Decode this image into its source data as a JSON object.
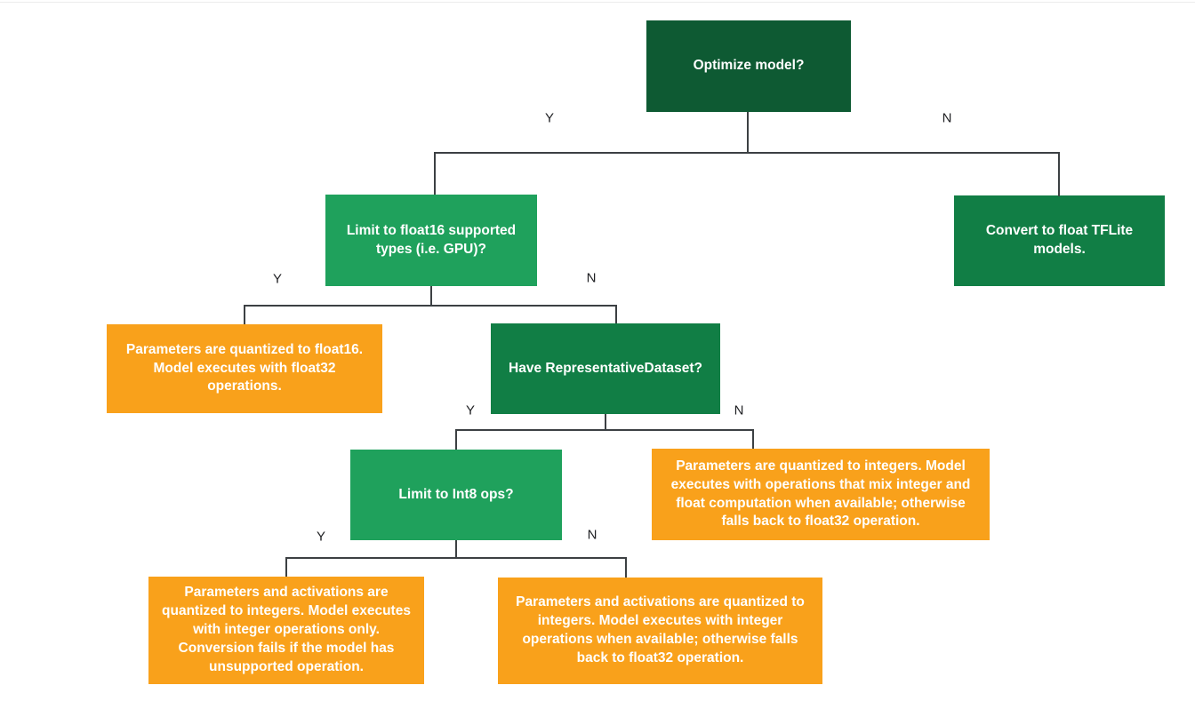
{
  "diagram": {
    "type": "flowchart",
    "nodes": {
      "optimize": {
        "label": "Optimize model?",
        "kind": "decision"
      },
      "float16_q": {
        "label": "Limit to float16 supported types (i.e. GPU)?",
        "kind": "decision"
      },
      "convert": {
        "label": "Convert to float TFLite models.",
        "kind": "outcome"
      },
      "float16_result": {
        "label": "Parameters are quantized to float16. Model executes with float32 operations.",
        "kind": "outcome"
      },
      "repdataset": {
        "label": "Have RepresentativeDataset?",
        "kind": "decision"
      },
      "int8_q": {
        "label": "Limit to Int8 ops?",
        "kind": "decision"
      },
      "mixed_result": {
        "label": "Parameters are quantized to integers. Model executes with operations that mix integer and float computation when available; otherwise falls back to float32 operation.",
        "kind": "outcome"
      },
      "int_only_result": {
        "label": "Parameters and activations are quantized to integers. Model executes with integer operations only. Conversion fails if the model has unsupported operation.",
        "kind": "outcome"
      },
      "int_fallback_result": {
        "label": "Parameters and activations are quantized to integers. Model executes with integer operations when available; otherwise falls back to float32 operation.",
        "kind": "outcome"
      }
    },
    "branch_labels": {
      "optimize_y": "Y",
      "optimize_n": "N",
      "float16_y": "Y",
      "float16_n": "N",
      "repdataset_y": "Y",
      "repdataset_n": "N",
      "int8_y": "Y",
      "int8_n": "N"
    },
    "colors": {
      "dark_green": "#0E5A33",
      "mid_green": "#117E45",
      "light_green": "#1FA15C",
      "orange": "#F9A11B",
      "line": "#3C4043",
      "text": "#FFFFFF",
      "branch_label_text": "#202124"
    }
  }
}
